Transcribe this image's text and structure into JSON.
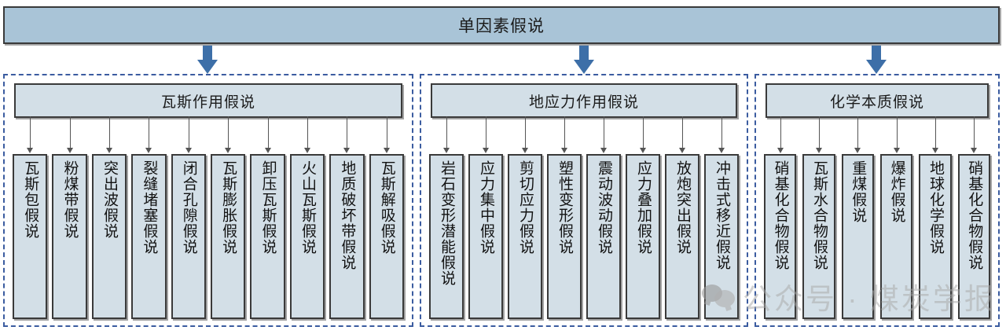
{
  "root": {
    "title": "单因素假说"
  },
  "groups": [
    {
      "id": "gas",
      "header": "瓦斯作用假说",
      "leaves": [
        "瓦斯包假说",
        "粉煤带假说",
        "突出波假说",
        "裂缝堵塞假说",
        "闭合孔隙假说",
        "瓦斯膨胀假说",
        "卸压瓦斯假说",
        "火山瓦斯假说",
        "地质破坏带假说",
        "瓦斯解吸假说"
      ]
    },
    {
      "id": "geostress",
      "header": "地应力作用假说",
      "leaves": [
        "岩石变形潜能假说",
        "应力集中假说",
        "剪切应力假说",
        "塑性变形假说",
        "震动波动假说",
        "应力叠加假说",
        "放炮突出假说",
        "冲击式移近假说"
      ]
    },
    {
      "id": "chemical",
      "header": "化学本质假说",
      "leaves": [
        "硝基化合物假说",
        "瓦斯水合物假说",
        "重煤假说",
        "爆炸假说",
        "地球化学假说",
        "硝基化合物假说"
      ]
    }
  ],
  "watermark": {
    "text": "公众号 · 煤炭学报",
    "icon": "wechat-icon"
  },
  "colors": {
    "root_fill": "#a9c4d7",
    "box_fill": "#d3dfe7",
    "box_border": "#3a3a3a",
    "arrow_blue": "#3d6fa8",
    "group_dash": "#3b5ca0",
    "connector": "#555555"
  }
}
